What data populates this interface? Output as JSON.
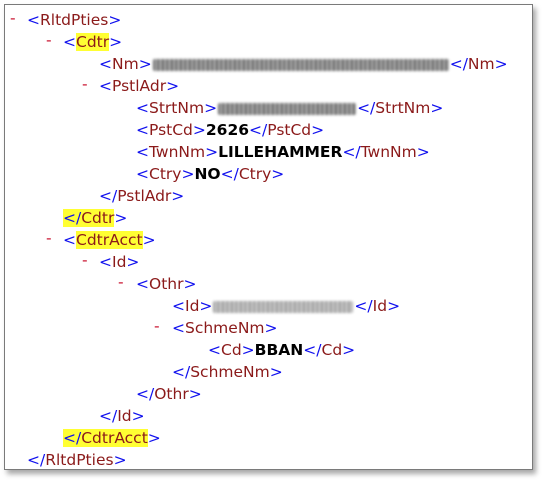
{
  "lines": [
    {
      "toggle": "-",
      "pre": "<",
      "tag": "RltdPties",
      "post": ">"
    },
    {
      "toggle": "-",
      "pre": "<",
      "tag": "Cdtr",
      "post": ">"
    },
    {
      "pre": "<",
      "tag": "Nm",
      "mid_close": "</",
      "close_tag": "Nm",
      "post": ">"
    },
    {
      "toggle": "-",
      "pre": "<",
      "tag": "PstlAdr",
      "post": ">"
    },
    {
      "pre": "<",
      "tag": "StrtNm",
      "mid_close": "</",
      "close_tag": "StrtNm",
      "post": ">"
    },
    {
      "pre": "<",
      "tag": "PstCd",
      "value": "2626",
      "mid_close": "</",
      "close_tag": "PstCd",
      "post": ">"
    },
    {
      "pre": "<",
      "tag": "TwnNm",
      "value": "LILLEHAMMER",
      "mid_close": "</",
      "close_tag": "TwnNm",
      "post": ">"
    },
    {
      "pre": "<",
      "tag": "Ctry",
      "value": "NO",
      "mid_close": "</",
      "close_tag": "Ctry",
      "post": ">"
    },
    {
      "pre": "</",
      "tag": "PstlAdr",
      "post": ">"
    },
    {
      "pre": "</",
      "tag": "Cdtr",
      "post": ">"
    },
    {
      "toggle": "-",
      "pre": "<",
      "tag": "CdtrAcct",
      "post": ">"
    },
    {
      "toggle": "-",
      "pre": "<",
      "tag": "Id",
      "post": ">"
    },
    {
      "toggle": "-",
      "pre": "<",
      "tag": "Othr",
      "post": ">"
    },
    {
      "pre": "<",
      "tag": "Id",
      "mid_close": "</",
      "close_tag": "Id",
      "post": ">"
    },
    {
      "toggle": "-",
      "pre": "<",
      "tag": "SchmeNm",
      "post": ">"
    },
    {
      "pre": "<",
      "tag": "Cd",
      "value": "BBAN",
      "mid_close": "</",
      "close_tag": "Cd",
      "post": ">"
    },
    {
      "pre": "</",
      "tag": "SchmeNm",
      "post": ">"
    },
    {
      "pre": "</",
      "tag": "Othr",
      "post": ">"
    },
    {
      "pre": "</",
      "tag": "Id",
      "post": ">"
    },
    {
      "pre": "</",
      "tag": "CdtrAcct",
      "post": ">"
    },
    {
      "pre": "</",
      "tag": "RltdPties",
      "post": ">"
    }
  ],
  "colors": {
    "toggle": "#c8102e",
    "bracket": "#1010ee",
    "tag": "#8b1a1a",
    "highlight": "#ffff33"
  }
}
